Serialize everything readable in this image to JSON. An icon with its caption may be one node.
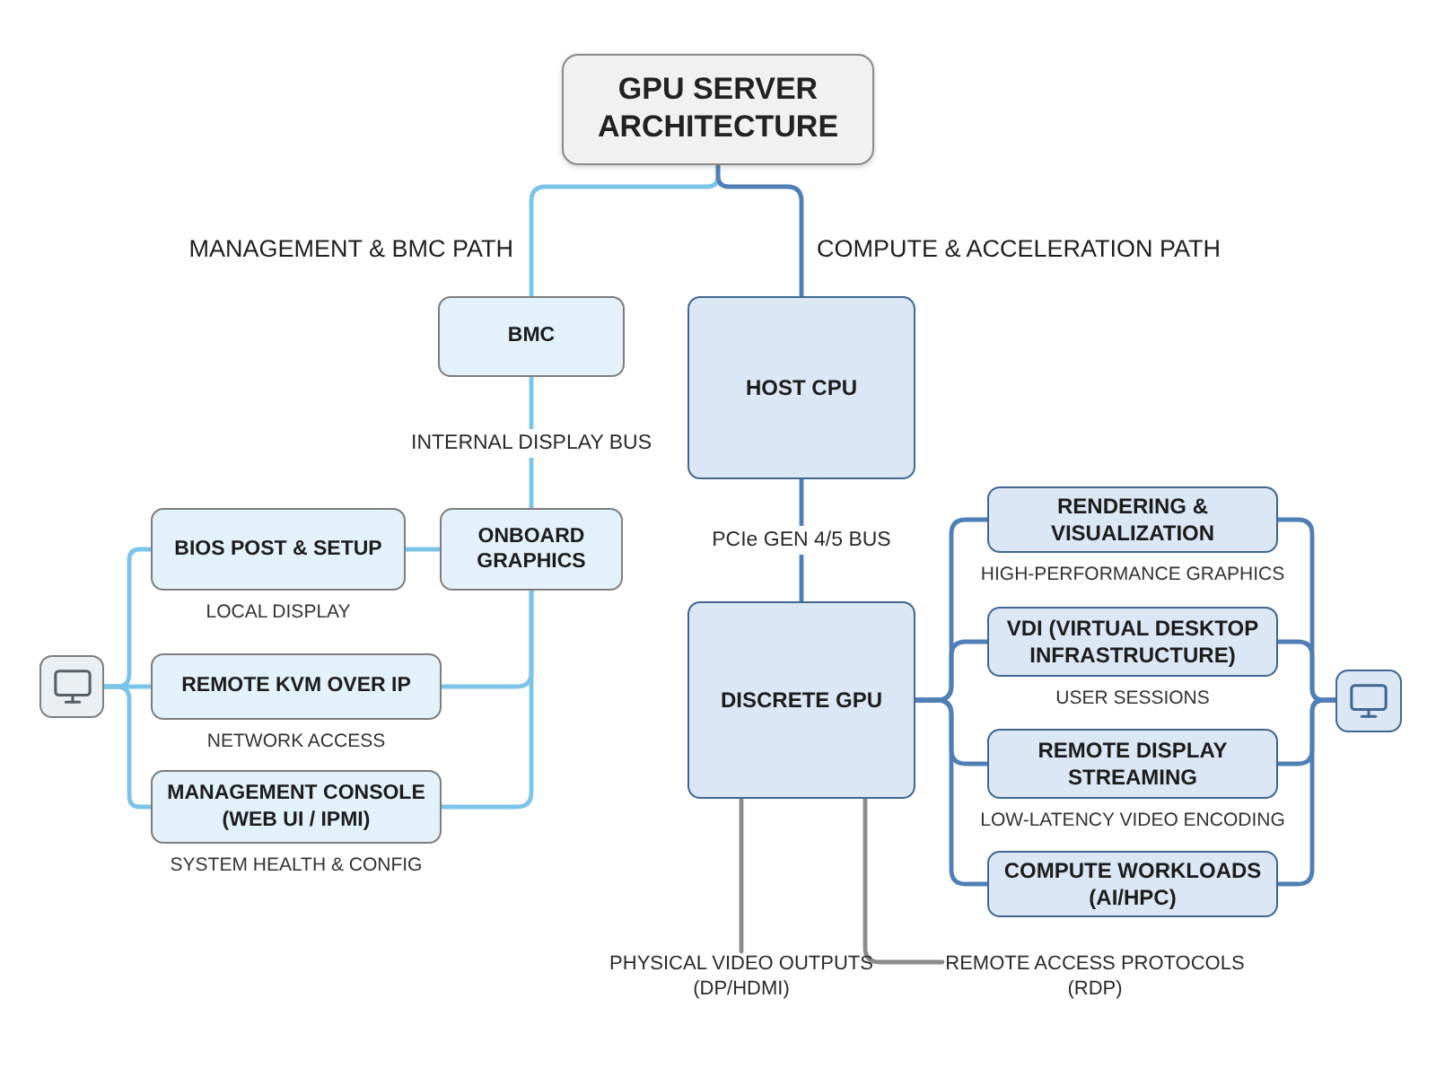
{
  "diagram": {
    "nodes": [
      {
        "text": [
          "GPU SERVER ARCHITECTURE"
        ]
      },
      {
        "text": [
          "BMC"
        ]
      },
      {
        "text": [
          "HOST CPU"
        ]
      },
      {
        "text": [
          "ONBOARD GRAPHICS"
        ]
      },
      {
        "text": [
          "BIOS POST & SETUP"
        ],
        "beside": [
          "LOCAL DISPLAY"
        ]
      },
      {
        "text": [
          "REMOTE KVM OVER IP"
        ],
        "beside": [
          "NETWORK ACCESS"
        ]
      },
      {
        "text": [
          "MANAGEMENT CONSOLE (WEB UI / IPMI)"
        ],
        "beside": [
          "SYSTEM HEALTH & CONFIG"
        ]
      },
      {
        "text": [],
        "shape": "picture"
      },
      {
        "text": [
          "DISCRETE GPU"
        ]
      },
      {
        "text": [
          "RENDERING & VISUALIZATION"
        ],
        "beside": [
          "HIGH-PERFORMANCE GRAPHICS"
        ]
      },
      {
        "text": [
          "VDI (VIRTUAL DESKTOP INFRASTRUCTURE)"
        ],
        "beside": [
          "USER SESSIONS"
        ]
      },
      {
        "text": [
          "REMOTE DISPLAY STREAMING"
        ],
        "beside": [
          "LOW-LATENCY VIDEO ENCODING"
        ]
      },
      {
        "text": [
          "COMPUTE WORKLOADS (AI/HPC)"
        ]
      },
      {
        "text": [],
        "shape": "picture"
      },
      {
        "text": [
          "PHYSICAL VIDEO OUTPUTS (DP/HDMI)"
        ]
      },
      {
        "text": [
          "REMOTE ACCESS PROTOCOLS (RDP)"
        ]
      }
    ],
    "edges": [
      {
        "from": 0,
        "to": 1,
        "arrow": "none",
        "color": "#7cc4e8"
      },
      {
        "from": 0,
        "to": 2,
        "arrow": "none"
      },
      {
        "from": 1,
        "to": 3,
        "arrow": "none",
        "label": "INTERNAL DISPLAY BUS",
        "color": "#7cc4e8"
      },
      {
        "from": 3,
        "to": 4,
        "arrow": "none",
        "color": "#7cc4e8"
      },
      {
        "from": 3,
        "to": 5,
        "arrow": "none",
        "color": "#7cc4e8"
      },
      {
        "from": 3,
        "to": 6,
        "arrow": "none",
        "color": "#7cc4e8"
      },
      {
        "from": 4,
        "to": 7,
        "arrow": "none",
        "color": "#7cc4e8"
      },
      {
        "from": 5,
        "to": 7,
        "arrow": "none",
        "color": "#7cc4e8"
      },
      {
        "from": 6,
        "to": 7,
        "arrow": "none",
        "color": "#7cc4e8"
      },
      {
        "from": 2,
        "to": 8,
        "arrow": "none",
        "label": "PCIe GEN 4/5 BUS"
      },
      {
        "from": 8,
        "to": 9,
        "arrow": "none"
      },
      {
        "from": 8,
        "to": 10,
        "arrow": "none"
      },
      {
        "from": 8,
        "to": 11,
        "arrow": "none"
      },
      {
        "from": 8,
        "to": 12,
        "arrow": "none"
      },
      {
        "from": 9,
        "to": 13,
        "arrow": "none"
      },
      {
        "from": 10,
        "to": 13,
        "arrow": "none"
      },
      {
        "from": 11,
        "to": 13,
        "arrow": "none"
      },
      {
        "from": 12,
        "to": 13,
        "arrow": "none"
      },
      {
        "from": 8,
        "to": 14,
        "arrow": "none",
        "color": "#8c8c8c"
      },
      {
        "from": 8,
        "to": 15,
        "arrow": "none",
        "color": "#8c8c8c"
      }
    ],
    "labels": [
      "MANAGEMENT & BMC PATH",
      "COMPUTE & ACCELERATION PATH"
    ]
  }
}
